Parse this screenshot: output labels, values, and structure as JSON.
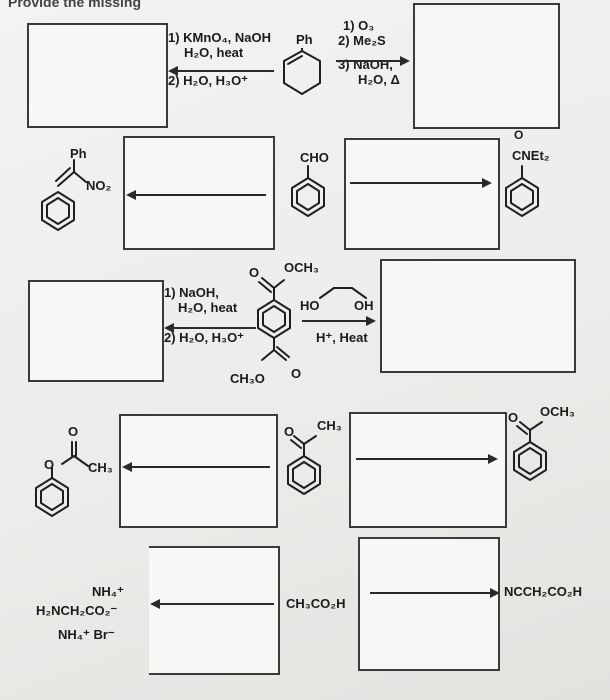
{
  "header": {
    "instruction": "Provide the missing"
  },
  "row1": {
    "left_conditions": [
      "1) KMnO₄, NaOH",
      "H₂O, heat",
      "2) H₂O, H₃O⁺"
    ],
    "reactant_label": "Ph",
    "right_conditions": [
      "1) O₃",
      "2) Me₂S",
      "3) NaOH,",
      "H₂O, Δ"
    ]
  },
  "row2": {
    "left_mol_label_top": "Ph",
    "left_mol_label_side": "NO₂",
    "center_mol_label": "CHO",
    "right_mol_label_o": "O",
    "right_mol_label": "CNEt₂"
  },
  "row3": {
    "left_conditions": [
      "1) NaOH,",
      "H₂O, heat",
      "2) H₂O, H₃O⁺"
    ],
    "center_top_o": "O",
    "center_top_label": "OCH₃",
    "center_bottom_label": "CH₃O",
    "center_bottom_o": "O",
    "diol_ho": "HO",
    "diol_oh": "OH",
    "right_conditions": "H⁺, Heat"
  },
  "row4": {
    "left_mol_o": "O",
    "left_mol_o2": "O",
    "left_mol_label": "CH₃",
    "center_mol_o": "O",
    "center_mol_label": "CH₃",
    "right_mol_o": "O",
    "right_mol_label": "OCH₃"
  },
  "row5": {
    "left_lines": [
      "NH₄⁺",
      "H₂NCH₂CO₂⁻",
      "NH₄⁺  Br⁻"
    ],
    "center_label": "CH₃CO₂H",
    "right_label": "NCCH₂CO₂H"
  }
}
